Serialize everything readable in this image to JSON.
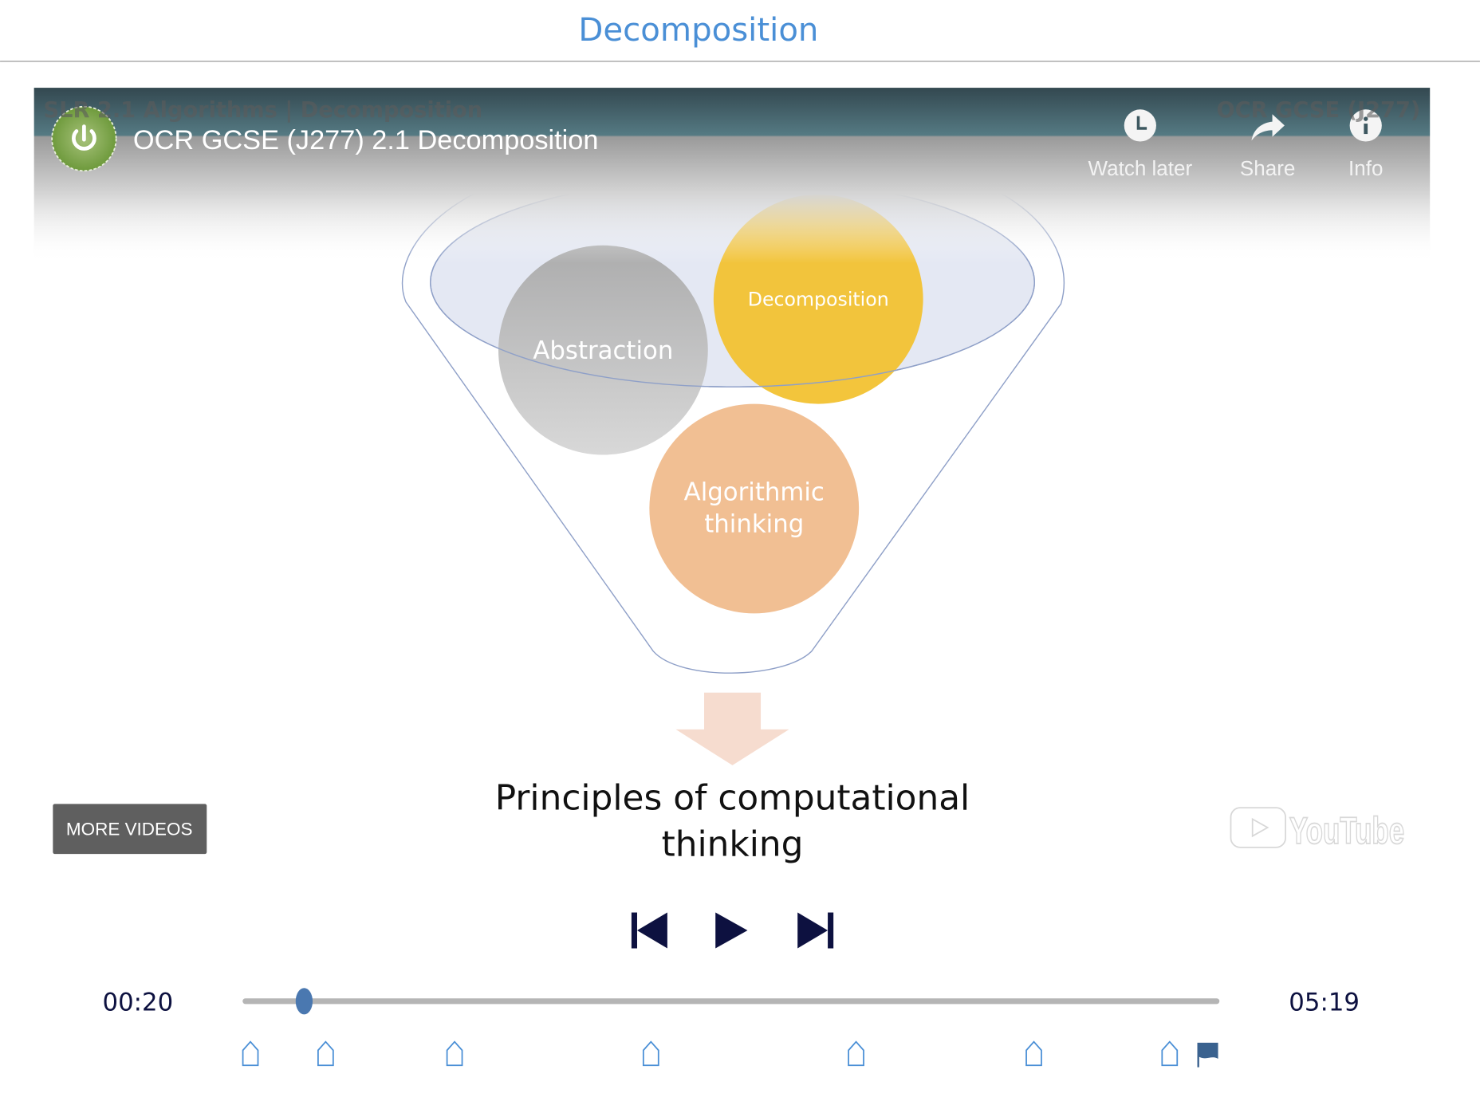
{
  "header": {
    "title": "Decomposition"
  },
  "video": {
    "ghost_title": "SLR 2.1 Algorithms | Decomposition",
    "ghost_course": "OCR GCSE (J277)",
    "title": "OCR GCSE (J277) 2.1 Decomposition",
    "actions": [
      {
        "label": "Watch later",
        "icon": "clock-icon"
      },
      {
        "label": "Share",
        "icon": "share-arrow-icon"
      },
      {
        "label": "Info",
        "icon": "info-icon"
      }
    ],
    "more_videos_label": "MORE VIDEOS",
    "youtube_logo_text": "YouTube"
  },
  "slide": {
    "circles": [
      {
        "label": "Abstraction",
        "color": "#b8b8b8"
      },
      {
        "label": "Decomposition",
        "color": "#f2c232"
      },
      {
        "label_line1": "Algorithmic",
        "label_line2": "thinking",
        "color": "#f1bf93"
      }
    ],
    "caption_line1": "Principles of computational",
    "caption_line2": "thinking"
  },
  "player": {
    "current_time": "00:20",
    "duration": "05:19",
    "progress": 0.063,
    "accent": "#4a78b0",
    "chapter_markers": [
      0.008,
      0.085,
      0.217,
      0.418,
      0.628,
      0.81,
      0.949
    ],
    "end_flag": 0.987
  }
}
